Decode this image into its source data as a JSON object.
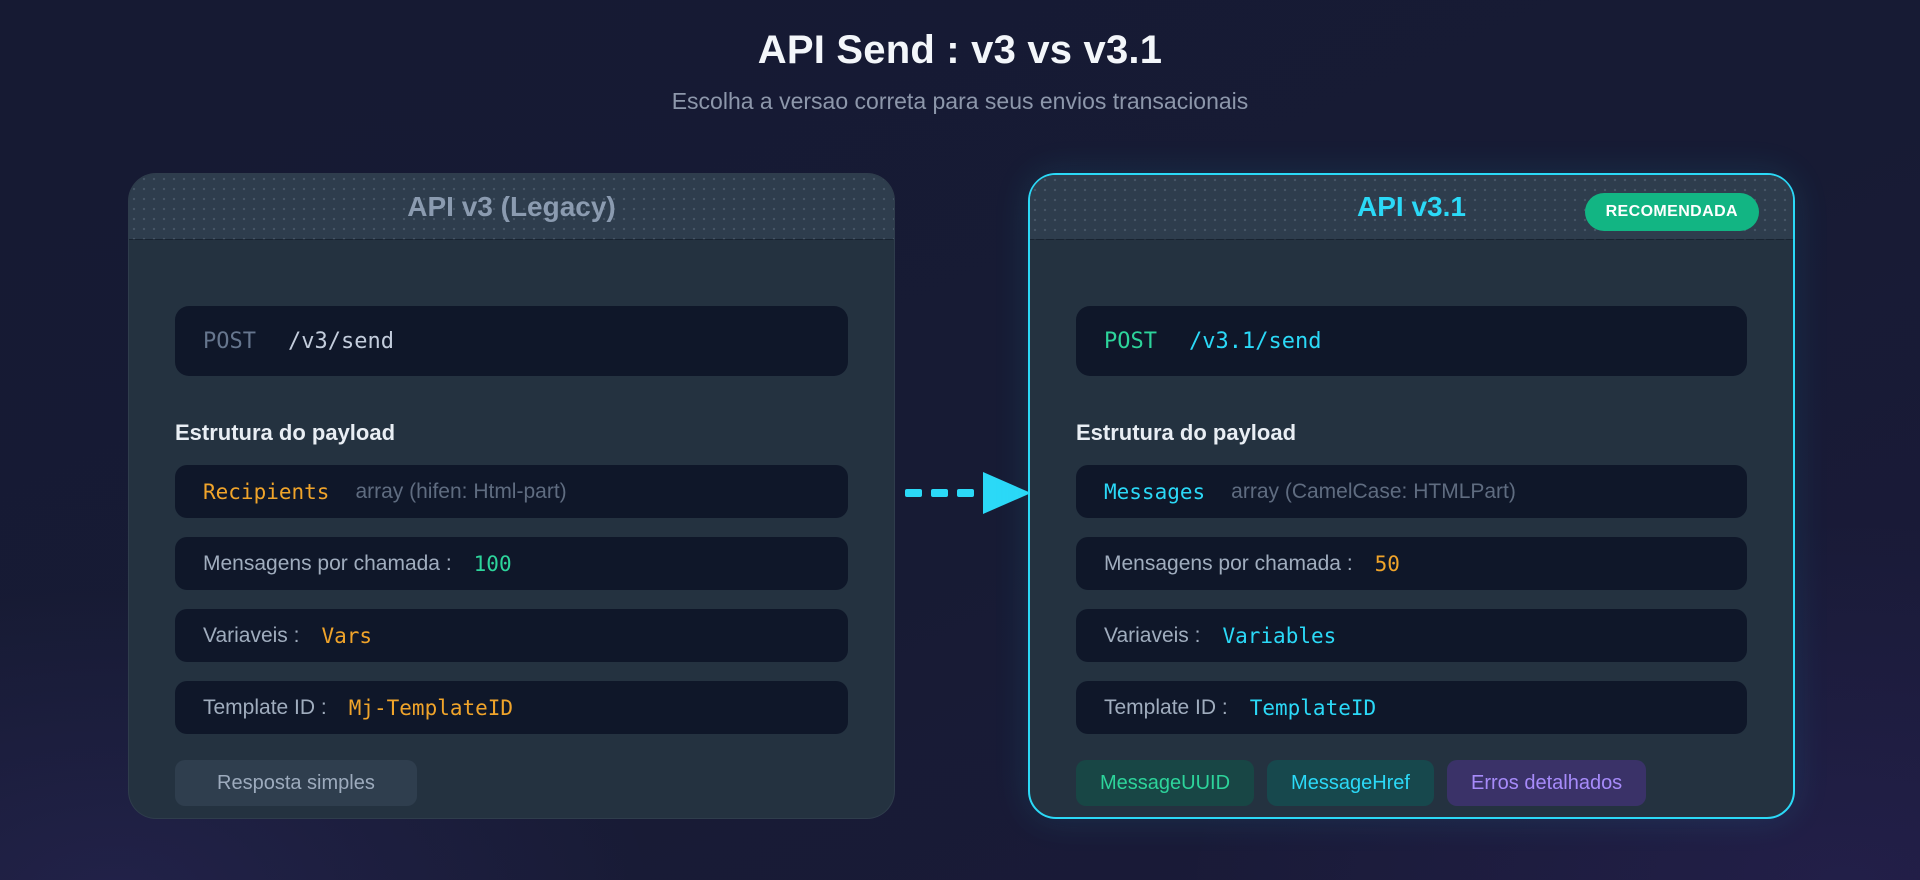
{
  "page": {
    "title": "API Send : v3 vs v3.1",
    "subtitle": "Escolha a versao correta para seus envios transacionais"
  },
  "arrow": {
    "icon": "dashed-arrow-right",
    "meaning": "migration from v3 to v3.1"
  },
  "left_card": {
    "title": "API v3 (Legacy)",
    "endpoint": {
      "method": "POST",
      "path": "/v3/send"
    },
    "section_heading": "Estrutura do payload",
    "fields": [
      {
        "key": "Recipients",
        "annotation": "array (hifen: Html-part)"
      },
      {
        "label": "Mensagens por chamada :",
        "value": "100"
      },
      {
        "label": "Variaveis :",
        "value": "Vars"
      },
      {
        "label": "Template ID :",
        "value": "Mj-TemplateID"
      }
    ],
    "footer_chips": [
      {
        "label": "Resposta simples"
      }
    ]
  },
  "right_card": {
    "title": "API v3.1",
    "badge": "RECOMENDADA",
    "endpoint": {
      "method": "POST",
      "path": "/v3.1/send"
    },
    "section_heading": "Estrutura do payload",
    "fields": [
      {
        "key": "Messages",
        "annotation": "array (CamelCase: HTMLPart)"
      },
      {
        "label": "Mensagens por chamada :",
        "value": "50"
      },
      {
        "label": "Variaveis :",
        "value": "Variables"
      },
      {
        "label": "Template ID :",
        "value": "TemplateID"
      }
    ],
    "footer_chips": [
      {
        "label": "MessageUUID"
      },
      {
        "label": "MessageHref"
      },
      {
        "label": "Erros detalhados"
      }
    ]
  },
  "colors": {
    "page_background": "#171b34",
    "card_background": "#243240",
    "header_background": "#2e3d4d",
    "row_background": "#0f1729",
    "accent_cyan": "#2bd9f7",
    "accent_orange": "#f0a42a",
    "accent_green": "#2dd49b",
    "accent_purple": "#a78bfa",
    "badge_green": "#12b583"
  }
}
